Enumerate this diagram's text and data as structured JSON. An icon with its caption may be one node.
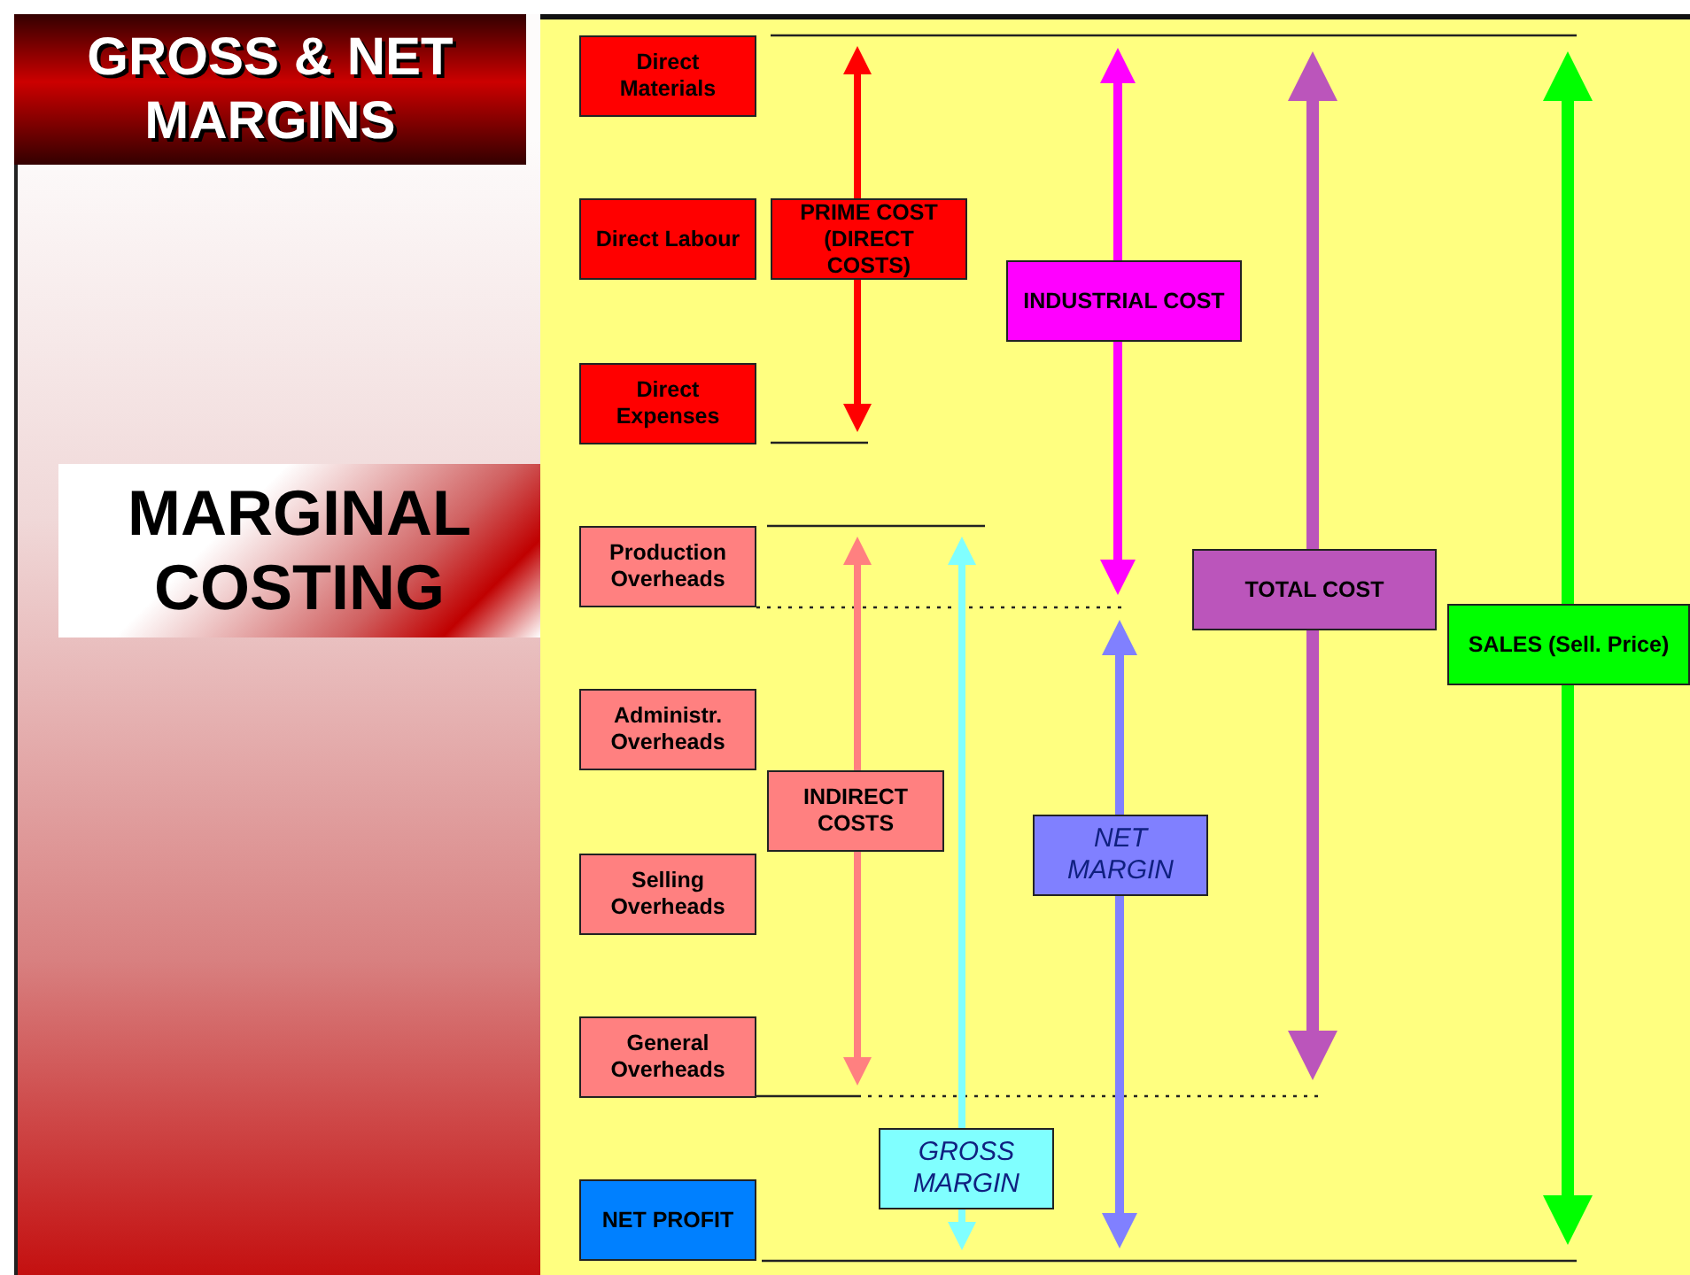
{
  "diagram": {
    "title": "GROSS & NET MARGINS",
    "nodes": [
      {
        "text": [
          "Direct Materials"
        ]
      },
      {
        "text": [
          "Direct Labour"
        ]
      },
      {
        "text": [
          "Direct Expenses"
        ]
      },
      {
        "text": [
          "Production Overheads"
        ]
      },
      {
        "text": [
          "Administr. Overheads"
        ]
      },
      {
        "text": [
          "Selling Overheads"
        ]
      },
      {
        "text": [
          "General Overheads"
        ]
      },
      {
        "text": [
          "NET PROFIT"
        ]
      },
      {
        "text": [
          "PRIME COST (DIRECT COSTS)"
        ]
      },
      {
        "text": [
          "INDUSTRIAL COST"
        ]
      },
      {
        "text": [
          "TOTAL COST"
        ]
      },
      {
        "text": [
          "SALES (Sell. Price)"
        ]
      },
      {
        "text": [
          "INDIRECT COSTS"
        ]
      },
      {
        "text": [
          "NET MARGIN"
        ]
      },
      {
        "text": [
          "GROSS MARGIN"
        ]
      }
    ],
    "edges": [],
    "labels": [
      "MARGINAL COSTING"
    ]
  }
}
